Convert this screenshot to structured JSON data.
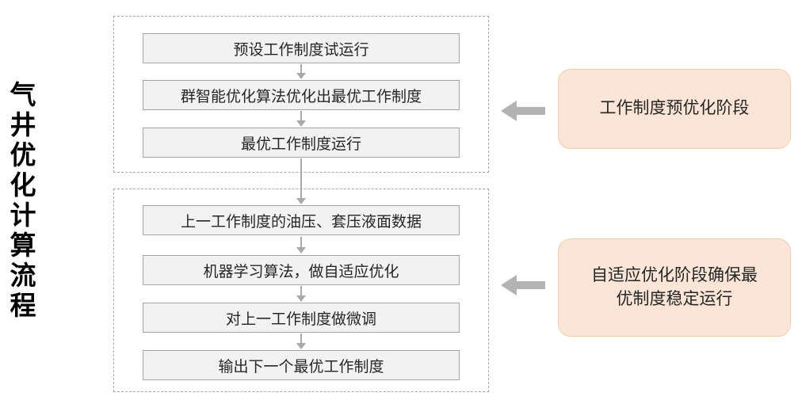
{
  "title": {
    "text": "气井优化计算流程"
  },
  "flow": {
    "stages": [
      {
        "name": "pre-optimization-stage",
        "boxes": [
          "预设工作制度试运行",
          "群智能优化算法优化出最优工作制度",
          "最优工作制度运行"
        ]
      },
      {
        "name": "adaptive-optimization-stage",
        "boxes": [
          "上一工作制度的油压、套压液面数据",
          "机器学习算法，做自适应优化",
          "对上一工作制度做微调",
          "输出下一个最优工作制度"
        ]
      }
    ]
  },
  "callouts": [
    {
      "text": "工作制度预优化阶段"
    },
    {
      "text": "自适应优化阶段确保最优制度稳定运行"
    }
  ],
  "colors": {
    "box_fill": "#f2f2f2",
    "box_border": "#a6a6a6",
    "dash_border": "#a6a6a6",
    "arrow_gray": "#a9a9a9",
    "block_arrow": "#b3b3b3",
    "callout_fill": "#fbe5d6",
    "callout_border": "#f5cdad",
    "text_dark": "#262626"
  }
}
